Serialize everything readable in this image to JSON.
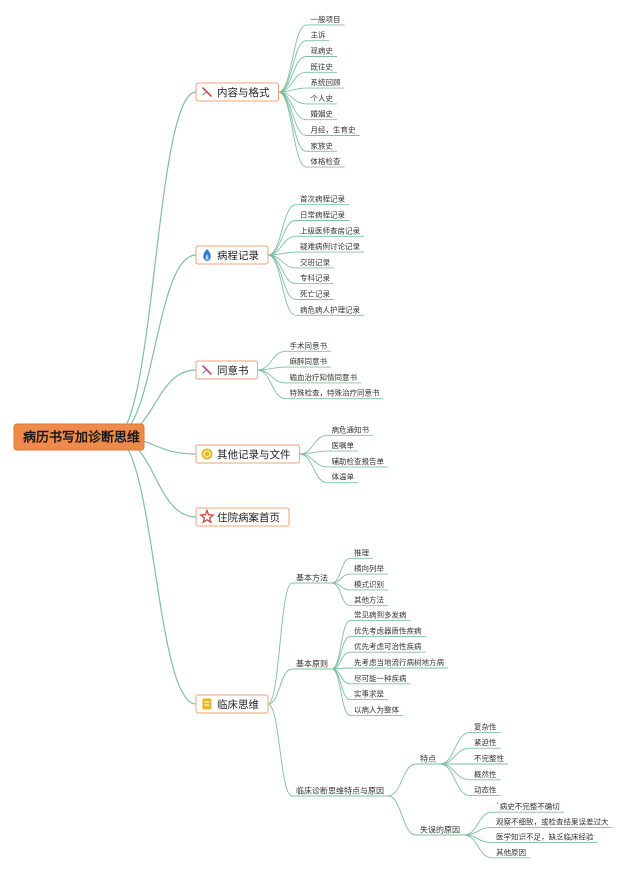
{
  "root": {
    "label": "病历书写加诊断思维"
  },
  "branches": [
    {
      "label": "内容与格式",
      "icon": "pencil-icon",
      "icon_color": "#d9463e",
      "items": [
        "一般项目",
        "主诉",
        "现病史",
        "既往史",
        "系统回顾",
        "个人史",
        "婚姻史",
        "月经，生育史",
        "家族史",
        "体格检查"
      ]
    },
    {
      "label": "病程记录",
      "icon": "flame-icon",
      "icon_color": "#2d7fd6",
      "items": [
        "首次病程记录",
        "日常病程记录",
        "上级医师查房记录",
        "疑难病例讨论记录",
        "交班记录",
        "专科记录",
        "死亡记录",
        "病危病人护理记录"
      ]
    },
    {
      "label": "同意书",
      "icon": "pencil-icon",
      "icon_color": "#c4418a",
      "items": [
        "手术同意书",
        "麻醉同意书",
        "输血治疗知情同意书",
        "特殊检查，特殊治疗同意书"
      ]
    },
    {
      "label": "其他记录与文件",
      "icon": "coin-icon",
      "icon_color": "#e8b820",
      "items": [
        "病危通知书",
        "医嘱单",
        "辅助检查报告单",
        "体温单"
      ]
    },
    {
      "label": "住院病案首页",
      "icon": "star-icon",
      "icon_color": "#d9463e",
      "items": []
    },
    {
      "label": "临床思维",
      "icon": "note-icon",
      "icon_color": "#e8b820",
      "subgroups": [
        {
          "label": "基本方法",
          "items": [
            "推理",
            "横向列举",
            "模式识别",
            "其他方法"
          ]
        },
        {
          "label": "基本原则",
          "items": [
            "常见病到多发病",
            "优先考虑器质性疾病",
            "优先考虑可治性疾病",
            "先考虑当地流行病树地方病",
            "尽可能一种疾病",
            "实事求是",
            "以病人为整体"
          ]
        },
        {
          "label": "临床诊断思维特点与原因",
          "subgroups": [
            {
              "label": "特点",
              "items": [
                "复杂性",
                "紧迫性",
                "不完整性",
                "概然性",
                "动态性"
              ]
            },
            {
              "label": "失误的原因",
              "items": [
                "`病史不完整不确切",
                "观察不细致，或检查结果误差过大",
                "医学知识不足，缺乏临床经验",
                "其他原因"
              ]
            }
          ]
        }
      ]
    }
  ]
}
